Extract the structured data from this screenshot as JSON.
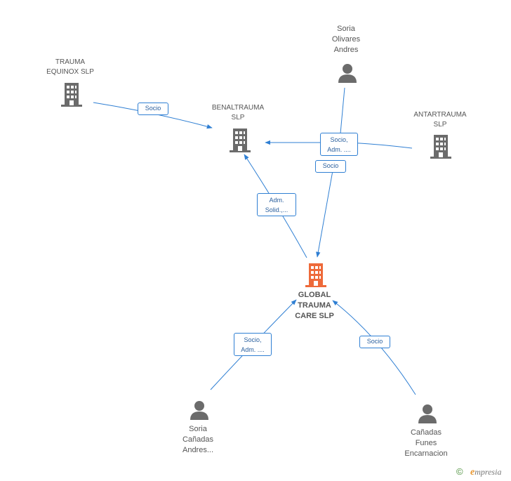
{
  "nodes": {
    "trauma_equinox": {
      "label": "TRAUMA\nEQUINOX SLP",
      "type": "company"
    },
    "benaltrauma": {
      "label": "BENALTRAUMA\nSLP",
      "type": "company"
    },
    "antartrauma": {
      "label": "ANTARTRAUMA\nSLP",
      "type": "company"
    },
    "global_trauma": {
      "label": "GLOBAL\nTRAUMA\nCARE SLP",
      "type": "company-main"
    },
    "soria_olivares": {
      "label": "Soria\nOlivares\nAndres",
      "type": "person"
    },
    "soria_canadas": {
      "label": "Soria\nCañadas\nAndres...",
      "type": "person"
    },
    "canadas_funes": {
      "label": "Cañadas\nFunes\nEncarnacion",
      "type": "person"
    }
  },
  "edges": {
    "equinox_benal": "Socio",
    "olivares_benal": "Socio,\nAdm. ....",
    "olivares_global": "Socio",
    "global_benal": "Adm.\nSolid.,...",
    "soriacanadas_global": "Socio,\nAdm. ....",
    "canadasfunes_global": "Socio"
  },
  "colors": {
    "edge": "#2f7fd3",
    "company": "#6b6b6b",
    "main_company": "#ee6a3a",
    "person": "#6b6b6b"
  },
  "footer": {
    "copyright": "©",
    "brand_first": "e",
    "brand_rest": "mpresia"
  }
}
